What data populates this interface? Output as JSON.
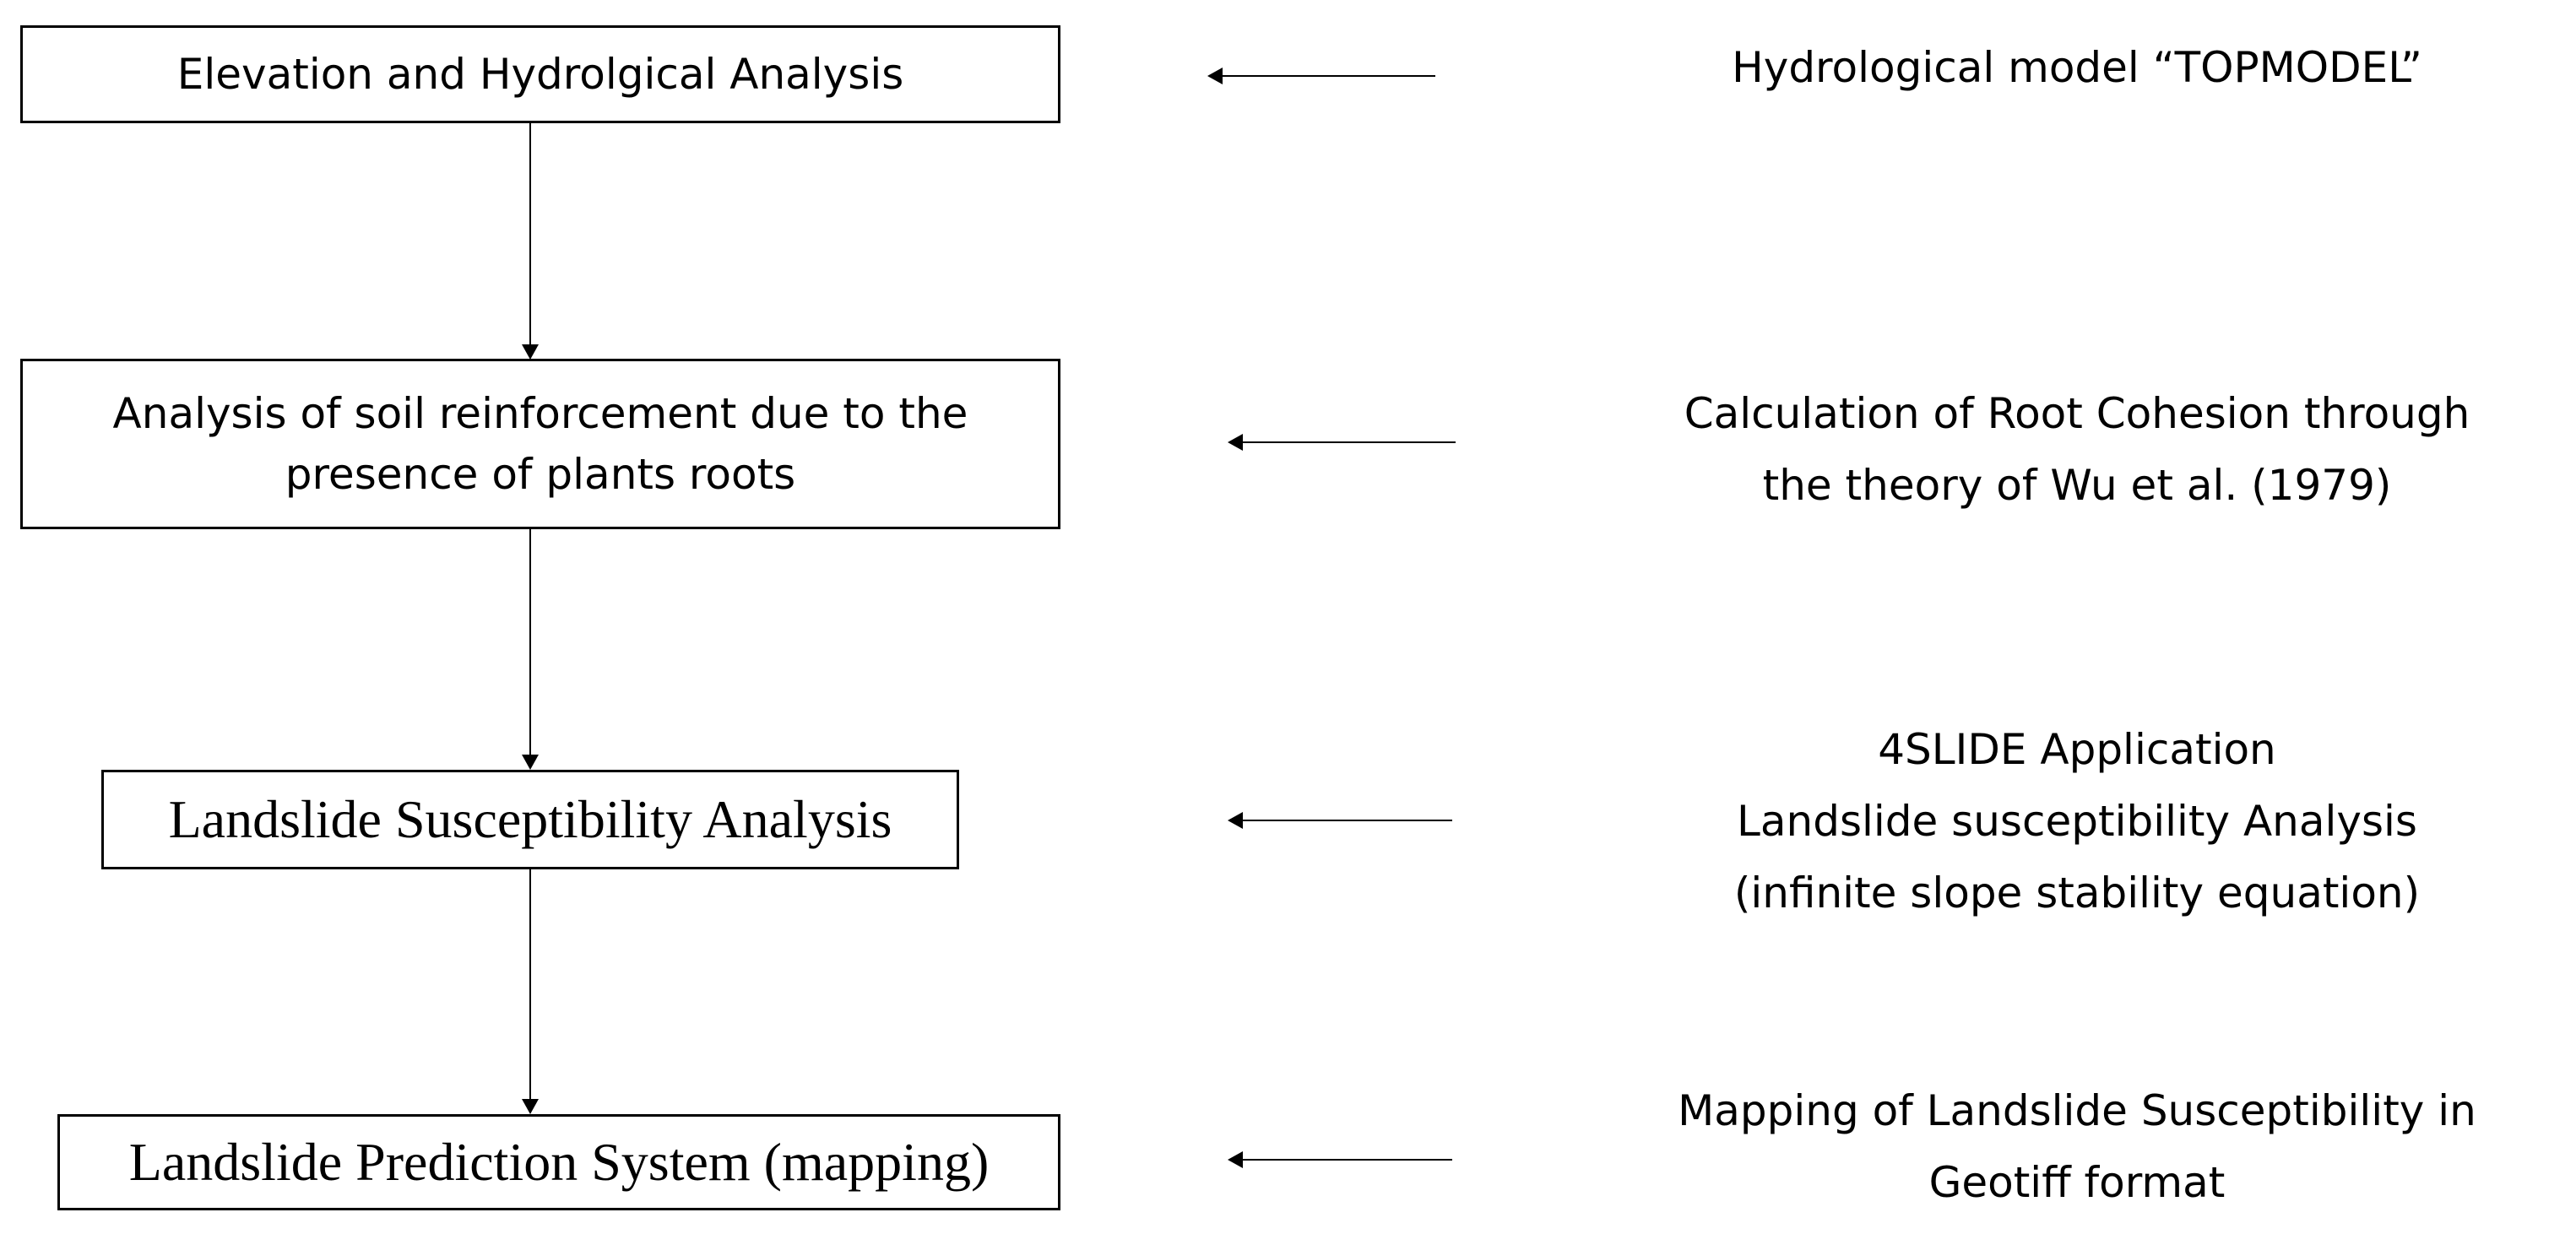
{
  "steps": [
    {
      "lines": [
        "Elevation and Hydrolgical Analysis"
      ]
    },
    {
      "lines": [
        "Analysis of soil reinforcement due to the",
        "presence of plants roots"
      ]
    },
    {
      "lines": [
        "Landslide Susceptibility Analysis"
      ]
    },
    {
      "lines": [
        "Landslide Prediction System (mapping)"
      ]
    }
  ],
  "notes": [
    {
      "lines": [
        "Hydrological model “TOPMODEL”"
      ]
    },
    {
      "lines": [
        "Calculation of Root Cohesion through",
        "the theory of Wu et al. (1979)"
      ]
    },
    {
      "lines": [
        "4SLIDE Application",
        "Landslide susceptibility Analysis",
        "(infinite slope stability equation)"
      ]
    },
    {
      "lines": [
        "Mapping of Landslide Susceptibility in",
        "Geotiff format"
      ]
    }
  ]
}
